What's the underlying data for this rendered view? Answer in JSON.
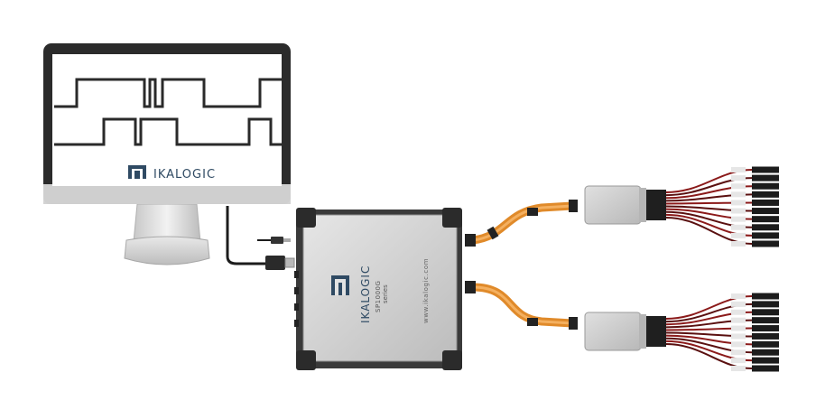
{
  "monitor": {
    "logo_text": "IKALOGIC"
  },
  "analyzer": {
    "brand": "IKALOGIC",
    "model": "SP1000G",
    "model_suffix": "series",
    "url": "www.ikalogic.com"
  },
  "colors": {
    "screen_bezel": "#2b2b2b",
    "signal": "#2a2a2a",
    "brand_blue": "#2f4a63",
    "cable_orange": "#e08a2a",
    "wire_red": "#8b1a1a"
  }
}
